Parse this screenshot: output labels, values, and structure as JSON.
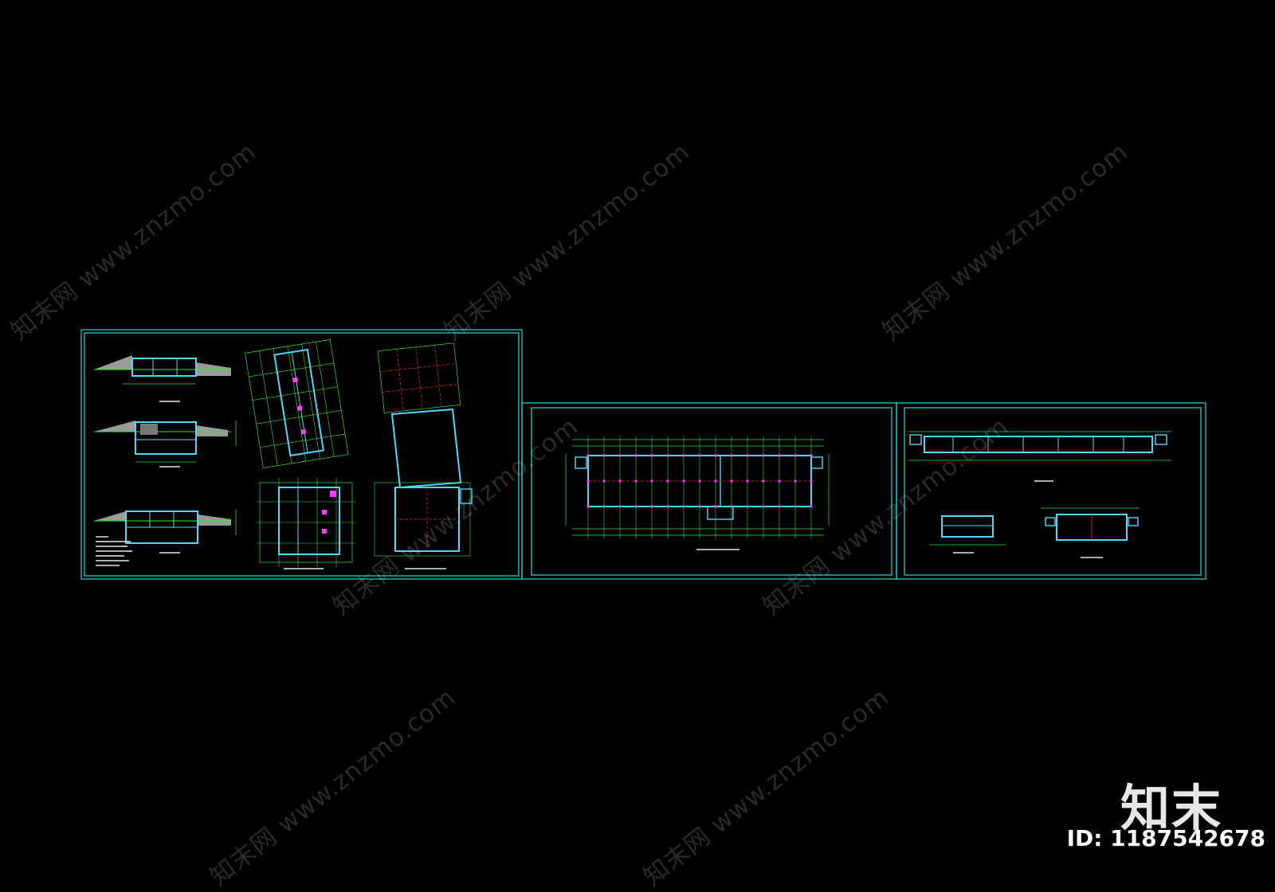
{
  "watermark": {
    "text": "知末网 www.znzmo.com"
  },
  "brand": {
    "logo_text": "知末",
    "id_label": "ID: 1187542678"
  },
  "colors": {
    "background": "#000000",
    "frame": "#1fbdbd",
    "grid_green": "#2ee82e",
    "wall_cyan": "#4fd8ff",
    "axis_red": "#d02a2a",
    "node_magenta": "#ff3cff",
    "slope_gray": "#9a9a9a",
    "text_white": "#e8e8e8"
  },
  "sheets": [
    {
      "id": "sheet-1",
      "content": "three sections, two rotated plans"
    },
    {
      "id": "sheet-2",
      "content": "long floor plan"
    },
    {
      "id": "sheet-3",
      "content": "long section and two small sections"
    }
  ]
}
